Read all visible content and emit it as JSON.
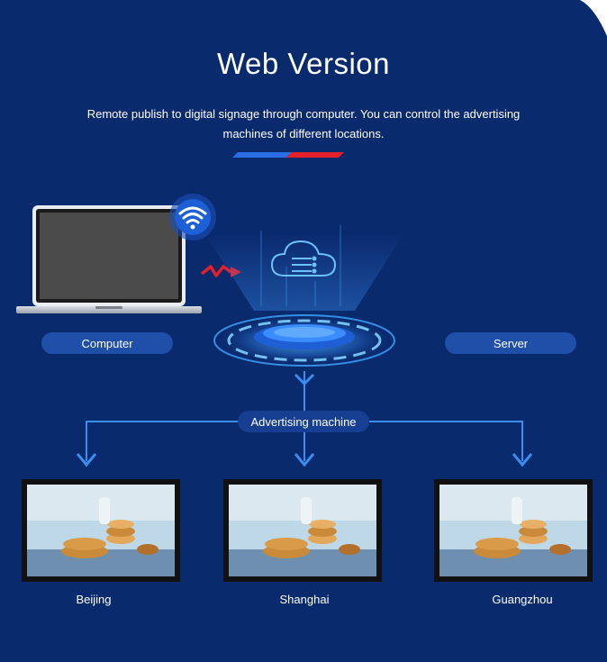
{
  "header": {
    "title": "Web Version",
    "subtitle": "Remote publish to digital signage through computer. You can control the advertising machines of different locations."
  },
  "nodes": {
    "computer_label": "Computer",
    "server_label": "Server",
    "advertising_label": "Advertising machine"
  },
  "locations": [
    {
      "label": "Beijing"
    },
    {
      "label": "Shanghai"
    },
    {
      "label": "Guangzhou"
    }
  ],
  "icons": {
    "wifi": "wifi-icon",
    "cloud": "cloud-icon",
    "signal": "signal-arrow-icon",
    "arrow": "chevron-down-icon"
  },
  "colors": {
    "background": "#0a2a6e",
    "pill": "#1f4fa8",
    "accent_blue": "#2a6ee6",
    "accent_red": "#e4202a",
    "glow": "#3fa8ff",
    "arrow": "#3a8ef0"
  }
}
